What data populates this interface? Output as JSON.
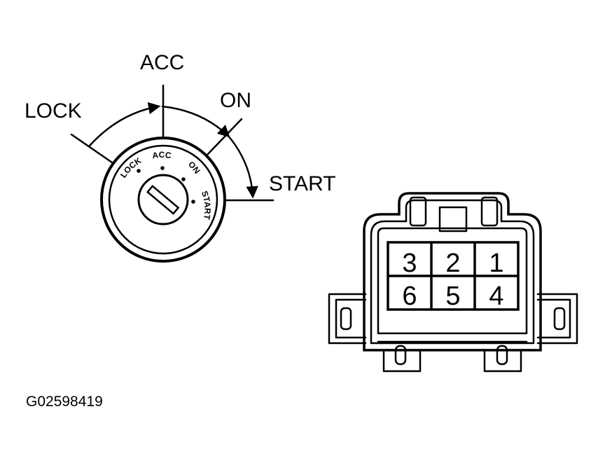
{
  "ignition": {
    "outer_labels": {
      "lock": "LOCK",
      "acc": "ACC",
      "on": "ON",
      "start": "START"
    },
    "face_labels": {
      "lock": "LOCK",
      "acc": "ACC",
      "on": "ON",
      "start": "START"
    }
  },
  "connector": {
    "pins": [
      "3",
      "2",
      "1",
      "6",
      "5",
      "4"
    ]
  },
  "figure_code": "G02598419"
}
